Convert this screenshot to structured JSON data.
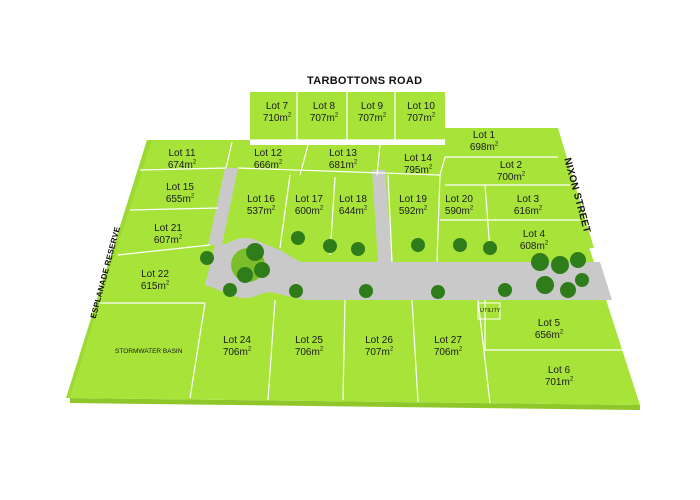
{
  "roads": {
    "north": "TARBOTTONS ROAD",
    "east": "NIXON STREET",
    "west": "ESPLANADE RESERVE"
  },
  "features": {
    "stormwater": "STORMWATER BASIN",
    "utility": "UTILITY"
  },
  "colors": {
    "lot_fill": "#a8e33a",
    "lot_edge": "#ffffff",
    "road": "#c9c9c9",
    "side_shade": "#8fc72b",
    "tree": "#2f7d1a"
  },
  "lots": [
    {
      "name": "Lot 1",
      "area": "698",
      "unit": "m",
      "unit_sup": "2"
    },
    {
      "name": "Lot 2",
      "area": "700",
      "unit": "m",
      "unit_sup": "2"
    },
    {
      "name": "Lot 3",
      "area": "616",
      "unit": "m",
      "unit_sup": "2"
    },
    {
      "name": "Lot 4",
      "area": "608",
      "unit": "m",
      "unit_sup": "2"
    },
    {
      "name": "Lot 5",
      "area": "656",
      "unit": "m",
      "unit_sup": "2"
    },
    {
      "name": "Lot 6",
      "area": "701",
      "unit": "m",
      "unit_sup": "2"
    },
    {
      "name": "Lot 7",
      "area": "710",
      "unit": "m",
      "unit_sup": "2"
    },
    {
      "name": "Lot 8",
      "area": "707",
      "unit": "m",
      "unit_sup": "2"
    },
    {
      "name": "Lot 9",
      "area": "707",
      "unit": "m",
      "unit_sup": "2"
    },
    {
      "name": "Lot 10",
      "area": "707",
      "unit": "m",
      "unit_sup": "2"
    },
    {
      "name": "Lot 11",
      "area": "674",
      "unit": "m",
      "unit_sup": "2"
    },
    {
      "name": "Lot 12",
      "area": "666",
      "unit": "m",
      "unit_sup": "2"
    },
    {
      "name": "Lot 13",
      "area": "681",
      "unit": "m",
      "unit_sup": "2"
    },
    {
      "name": "Lot 14",
      "area": "795",
      "unit": "m",
      "unit_sup": "2"
    },
    {
      "name": "Lot 15",
      "area": "655",
      "unit": "m",
      "unit_sup": "2"
    },
    {
      "name": "Lot 16",
      "area": "537",
      "unit": "m",
      "unit_sup": "2"
    },
    {
      "name": "Lot 17",
      "area": "600",
      "unit": "m",
      "unit_sup": "2"
    },
    {
      "name": "Lot 18",
      "area": "644",
      "unit": "m",
      "unit_sup": "2"
    },
    {
      "name": "Lot 19",
      "area": "592",
      "unit": "m",
      "unit_sup": "2"
    },
    {
      "name": "Lot 20",
      "area": "590",
      "unit": "m",
      "unit_sup": "2"
    },
    {
      "name": "Lot 21",
      "area": "607",
      "unit": "m",
      "unit_sup": "2"
    },
    {
      "name": "Lot 22",
      "area": "615",
      "unit": "m",
      "unit_sup": "2"
    },
    {
      "name": "Lot 24",
      "area": "706",
      "unit": "m",
      "unit_sup": "2"
    },
    {
      "name": "Lot 25",
      "area": "706",
      "unit": "m",
      "unit_sup": "2"
    },
    {
      "name": "Lot 26",
      "area": "707",
      "unit": "m",
      "unit_sup": "2"
    },
    {
      "name": "Lot 27",
      "area": "706",
      "unit": "m",
      "unit_sup": "2"
    }
  ]
}
